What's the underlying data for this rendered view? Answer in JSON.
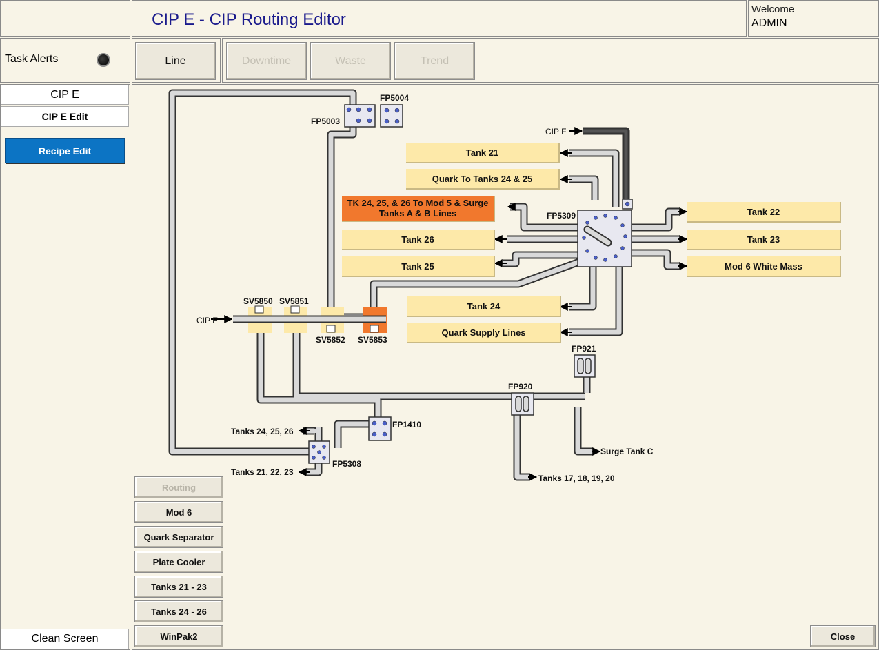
{
  "header": {
    "title": "CIP E - CIP Routing Editor",
    "welcome": "Welcome",
    "user": "ADMIN"
  },
  "alerts": {
    "label": "Task Alerts"
  },
  "nav": {
    "line": "Line",
    "downtime": "Downtime",
    "waste": "Waste",
    "trend": "Trend"
  },
  "sidebar": {
    "item1": "CIP E",
    "item2": "CIP E Edit",
    "recipe": "Recipe Edit",
    "clean": "Clean Screen"
  },
  "bottom_buttons": [
    "Routing",
    "Mod 6",
    "Quark Separator",
    "Plate Cooler",
    "Tanks 21 - 23",
    "Tanks 24 - 26",
    "WinPak2"
  ],
  "close": "Close",
  "destinations": {
    "tank21": "Tank 21",
    "quark2425": "Quark To Tanks 24 & 25",
    "tk_mod5": "TK 24, 25, & 26 To Mod 5 & Surge Tanks A & B Lines",
    "tank26": "Tank 26",
    "tank25": "Tank 25",
    "tank22": "Tank 22",
    "tank23": "Tank 23",
    "mod6": "Mod 6 White Mass",
    "tank24": "Tank 24",
    "quark_supply": "Quark Supply Lines"
  },
  "labels": {
    "fp5004": "FP5004",
    "fp5003": "FP5003",
    "cipf": "CIP F",
    "fp5309": "FP5309",
    "cipe": "CIP E",
    "sv5850": "SV5850",
    "sv5851": "SV5851",
    "sv5852": "SV5852",
    "sv5853": "SV5853",
    "fp921": "FP921",
    "fp920": "FP920",
    "fp1410": "FP1410",
    "fp5308": "FP5308",
    "t242526": "Tanks 24, 25, 26",
    "t212223": "Tanks 21, 22, 23",
    "surgec": "Surge Tank C",
    "t17_20": "Tanks 17, 18, 19, 20"
  },
  "colors": {
    "background": "#f8f4e7",
    "destination": "#fde9a9",
    "active": "#f1782d",
    "accent": "#0c74c4",
    "title": "#1a1a8c"
  }
}
